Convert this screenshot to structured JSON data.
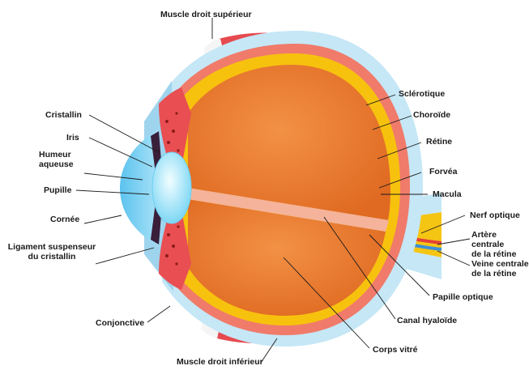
{
  "labels": {
    "muscle_superieur": "Muscle droit  supérieur",
    "sclerotique": "Sclérotique",
    "choroide": "Choroïde",
    "retine": "Rétine",
    "fovea": "Forvéa",
    "macula": "Macula",
    "nerf_optique": "Nerf optique",
    "artere_centrale": "Artère centrale\nde la rétine",
    "veine_centrale": "Veine centrale\nde la rétine",
    "papille_optique": "Papille optique",
    "canal_hyaloide": "Canal hyaloïde",
    "corps_vitre": "Corps vitré",
    "muscle_inferieur": "Muscle droit inférieur",
    "conjonctive": "Conjonctive",
    "ligament": "Ligament suspenseur\ndu cristallin",
    "cornee": "Cornée",
    "pupille": "Pupille",
    "humeur_aqueuse": "Humeur\naqueuse",
    "iris": "Iris",
    "cristallin": "Cristallin"
  },
  "colors": {
    "sclera": "#c5e7f6",
    "sclera_edge": "#9fd4ee",
    "choroid": "#f07b6a",
    "retina": "#f7c20e",
    "vitreous": "#f08a3c",
    "vitreous_shade": "#e56f24",
    "lens": "#bdf0ff",
    "muscle": "#e64a4f",
    "nerve": "#f5c514",
    "artery": "#e2403a",
    "vein": "#3d8fd6",
    "hyaloid": "#f4b39a",
    "leader": "#1a1a1a"
  }
}
